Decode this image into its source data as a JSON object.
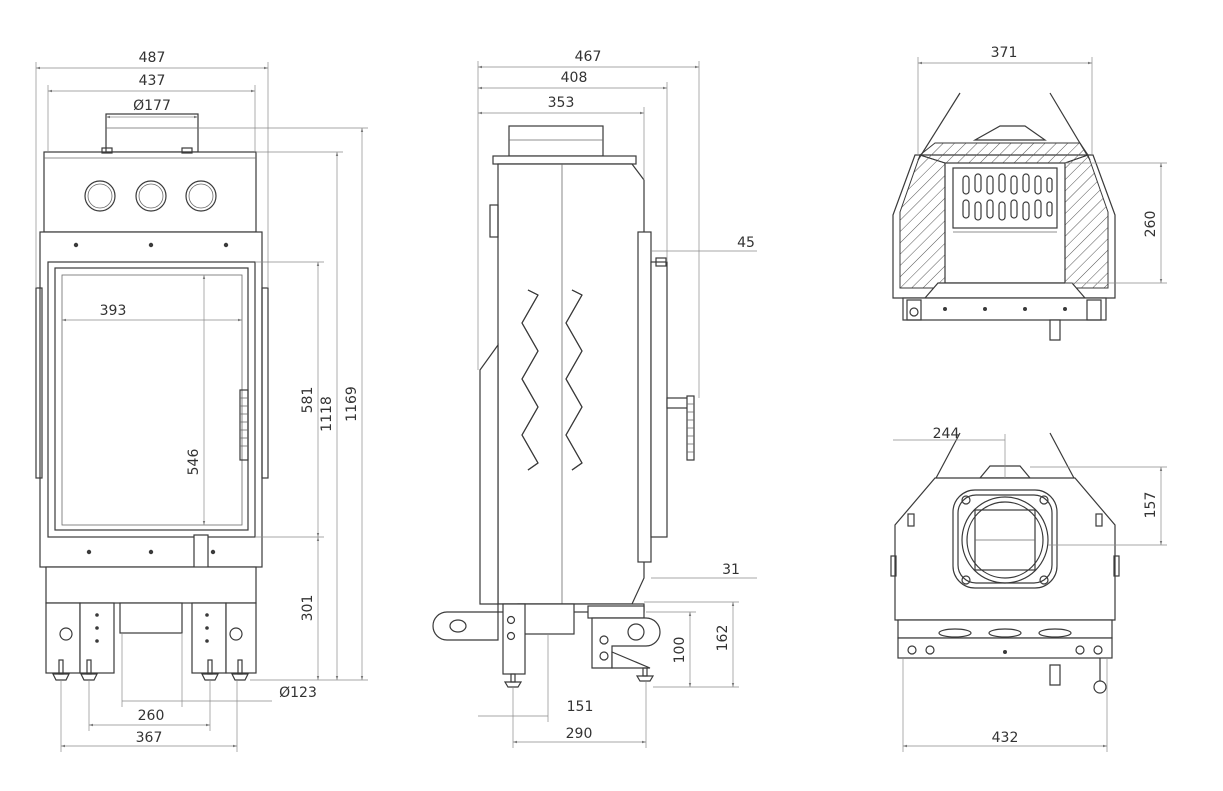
{
  "front_view": {
    "dims": {
      "overall_width": "487",
      "body_width": "437",
      "flue_diameter": "Ø177",
      "glass_width": "393",
      "glass_height": "546",
      "door_height": "581",
      "body_height": "1118",
      "overall_height": "1169",
      "leg_height": "301",
      "air_inlet_diameter": "Ø123",
      "inner_leg_spacing": "260",
      "outer_leg_spacing": "367"
    }
  },
  "side_view": {
    "dims": {
      "overall_depth": "467",
      "body_depth": "408",
      "flue_offset": "353",
      "door_offset_top": "45",
      "door_offset_bottom": "31",
      "leg_offset": "151",
      "leg_spacing": "290",
      "inlet_height": "100",
      "inlet_top": "162"
    }
  },
  "top_section_view": {
    "dims": {
      "top_width": "371",
      "grate_height": "260"
    }
  },
  "bottom_view": {
    "dims": {
      "inlet_offset": "244",
      "inlet_depth": "157",
      "base_width": "432"
    }
  }
}
